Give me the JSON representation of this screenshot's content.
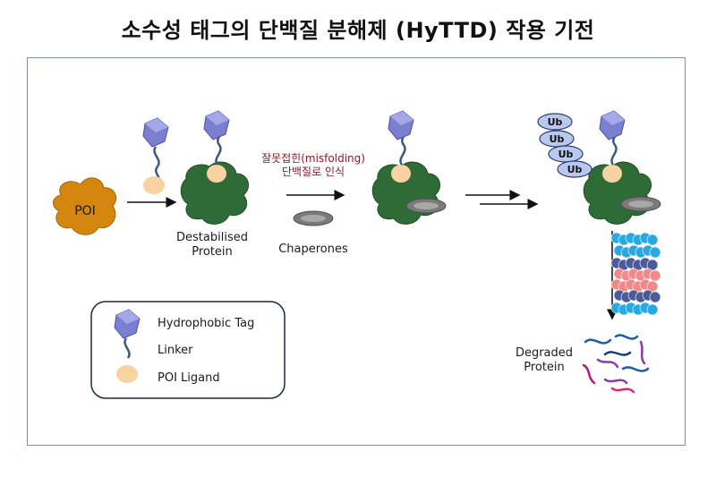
{
  "title": "소수성 태그의 단백질 분해제 (HyTTD) 작용 기전",
  "labels": {
    "poi": "POI",
    "destabilised_line1": "Destabilised",
    "destabilised_line2": "Protein",
    "misfold_line1": "잘못접힌(misfolding)",
    "misfold_line2": "단백질로 인식",
    "chaperones": "Chaperones",
    "ub": "Ub",
    "degraded_line1": "Degraded",
    "degraded_line2": "Protein"
  },
  "legend": {
    "hydrophobic_tag": "Hydrophobic Tag",
    "linker": "Linker",
    "poi_ligand": "POI Ligand"
  },
  "colors": {
    "poi": "#d4860e",
    "protein": "#2f6b36",
    "tag": "#7b7fcf",
    "ligand": "#f8d3a1",
    "linker": "#3b5a80",
    "chaperone": "#8c8c8c",
    "ub": "#b9c8ec",
    "misfold_text": "#8b1a2c"
  }
}
